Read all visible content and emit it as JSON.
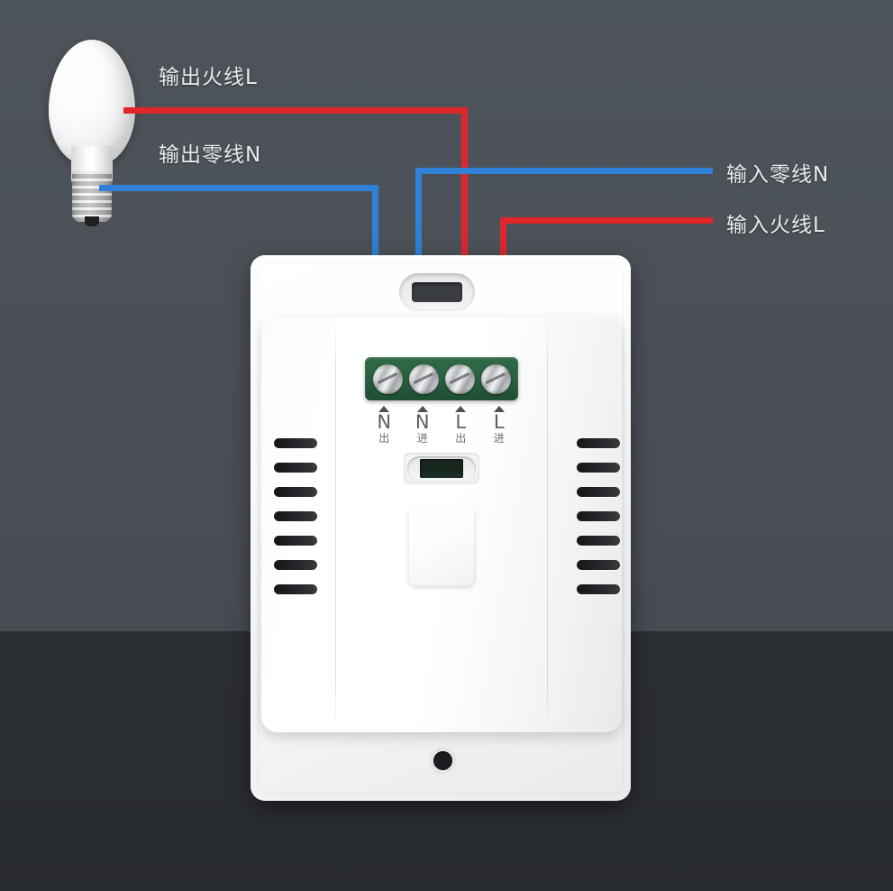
{
  "scene": {
    "title": "Wall switch wiring diagram",
    "background_upper": "#4b5057",
    "background_lower": "#2b2e33"
  },
  "colors": {
    "live_wire_red": "#e0262b",
    "neutral_wire_blue": "#2f80d6",
    "label_text": "#e9ecef",
    "terminal_block_green": "#2a6342"
  },
  "labels": {
    "output_live": "输出火线L",
    "output_neutral": "输出零线N",
    "input_neutral": "输入零线N",
    "input_live": "输入火线L"
  },
  "terminals": [
    {
      "mark": "N",
      "sub": "出",
      "arrow": "▲"
    },
    {
      "mark": "N",
      "sub": "进",
      "arrow": "▲"
    },
    {
      "mark": "L",
      "sub": "出",
      "arrow": "▲"
    },
    {
      "mark": "L",
      "sub": "进",
      "arrow": "▲"
    }
  ],
  "device": {
    "name": "wall-switch",
    "indicator_window": "",
    "rocker_button": "",
    "vent_slot_count_per_side": 7
  },
  "bulb": {
    "name": "light-bulb",
    "type": "E27 frosted incandescent"
  },
  "wires": [
    {
      "name": "output-live-wire",
      "color": "red",
      "from": "bulb glass",
      "to": "terminal L 出"
    },
    {
      "name": "output-neutral-wire",
      "color": "blue",
      "from": "bulb base",
      "to": "terminal N 出"
    },
    {
      "name": "input-neutral-wire",
      "color": "blue",
      "from": "mains right",
      "to": "terminal N 进"
    },
    {
      "name": "input-live-wire",
      "color": "red",
      "from": "mains right",
      "to": "terminal L 进"
    }
  ]
}
